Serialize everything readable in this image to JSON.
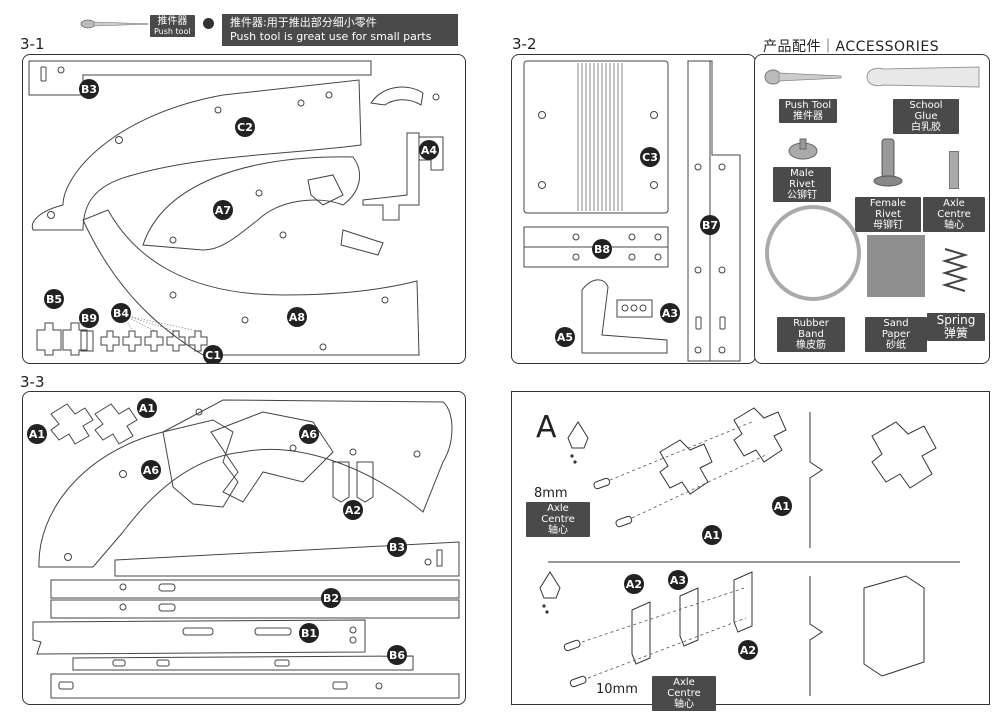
{
  "header": {
    "push_tool_label_cn": "推件器",
    "push_tool_label_en": "Push tool",
    "note_cn": "推件器:用于推出部分细小零件",
    "note_en": "Push tool is great use for small parts"
  },
  "sections": {
    "s31": "3-1",
    "s32": "3-2",
    "s33": "3-3"
  },
  "accessories": {
    "title": "产品配件｜ACCESSORIES",
    "items": [
      {
        "en": "Push Tool",
        "cn": "推件器"
      },
      {
        "en": "School Glue",
        "cn": "白乳胶"
      },
      {
        "en": "Male Rivet",
        "cn": "公铆钉"
      },
      {
        "en": "Female Rivet",
        "cn": "母铆钉"
      },
      {
        "en": "Axle Centre",
        "cn": "轴心"
      },
      {
        "en": "Rubber Band",
        "cn": "橡皮筋"
      },
      {
        "en": "Sand Paper",
        "cn": "砂纸"
      },
      {
        "en": "Spring",
        "cn": "弹簧"
      }
    ]
  },
  "part_labels": {
    "B3": "B3",
    "C2": "C2",
    "A4": "A4",
    "A7": "A7",
    "A8": "A8",
    "B5": "B5",
    "B9": "B9",
    "B4": "B4",
    "C1": "C1",
    "C3": "C3",
    "B8": "B8",
    "B7": "B7",
    "A3": "A3",
    "A5": "A5",
    "A1": "A1",
    "A6": "A6",
    "A2": "A2",
    "B2": "B2",
    "B1": "B1",
    "B6": "B6"
  },
  "assembly": {
    "step_letter": "A",
    "axle_8": "8mm",
    "axle_10": "10mm",
    "axle_en": "Axle Centre",
    "axle_cn": "轴心"
  }
}
